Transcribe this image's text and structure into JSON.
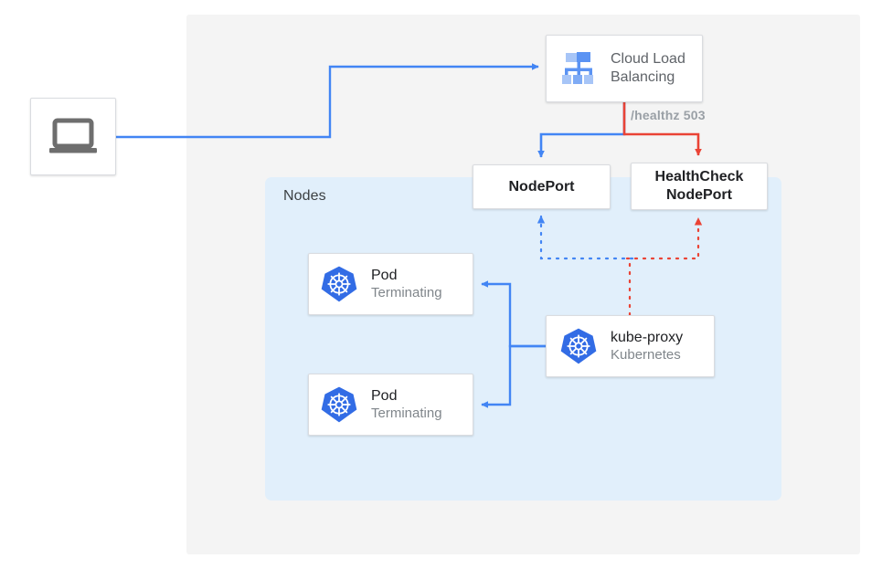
{
  "diagram": {
    "title": "Kubernetes NodePort health check failover",
    "colors": {
      "blue": "#4285f4",
      "red": "#ea4335",
      "k8s_blue": "#326ce5",
      "cloud_panel": "#f4f4f4",
      "nodes_panel": "#e1effb",
      "card_border": "#dadce0",
      "text_dark": "#202124",
      "text_muted": "#5f6368",
      "text_light": "#80868b",
      "label_gray": "#9aa0a6"
    }
  },
  "regions": {
    "cloud": {
      "name": "cloud-provider-region"
    },
    "nodes": {
      "label": "Nodes"
    }
  },
  "client": {
    "icon": "laptop-icon",
    "alt": "Client laptop"
  },
  "load_balancer": {
    "icon": "cloud-load-balancing-icon",
    "title": "Cloud Load",
    "title_line2": "Balancing"
  },
  "health_check": {
    "annotation": "/healthz 503"
  },
  "nodeport": {
    "label": "NodePort"
  },
  "healthcheck_nodeport": {
    "label": "HealthCheck\nNodePort"
  },
  "pods": [
    {
      "icon": "kubernetes-icon",
      "title": "Pod",
      "status": "Terminating"
    },
    {
      "icon": "kubernetes-icon",
      "title": "Pod",
      "status": "Terminating"
    }
  ],
  "kube_proxy": {
    "icon": "kubernetes-icon",
    "title": "kube-proxy",
    "subtitle": "Kubernetes"
  },
  "connections": [
    {
      "name": "client-to-load-balancer",
      "color": "#4285f4",
      "style": "solid",
      "arrow": true
    },
    {
      "name": "load-balancer-to-nodeport",
      "color": "#4285f4",
      "style": "solid",
      "arrow": true
    },
    {
      "name": "load-balancer-to-healthcheck-nodeport",
      "color": "#ea4335",
      "style": "solid",
      "arrow": true
    },
    {
      "name": "kube-proxy-to-nodeport",
      "color": "#4285f4",
      "style": "dotted",
      "arrow": true
    },
    {
      "name": "kube-proxy-to-healthcheck-nodeport",
      "color": "#ea4335",
      "style": "dotted",
      "arrow": true
    },
    {
      "name": "kube-proxy-to-pod-1",
      "color": "#4285f4",
      "style": "solid",
      "arrow": true
    },
    {
      "name": "kube-proxy-to-pod-2",
      "color": "#4285f4",
      "style": "solid",
      "arrow": true
    }
  ]
}
